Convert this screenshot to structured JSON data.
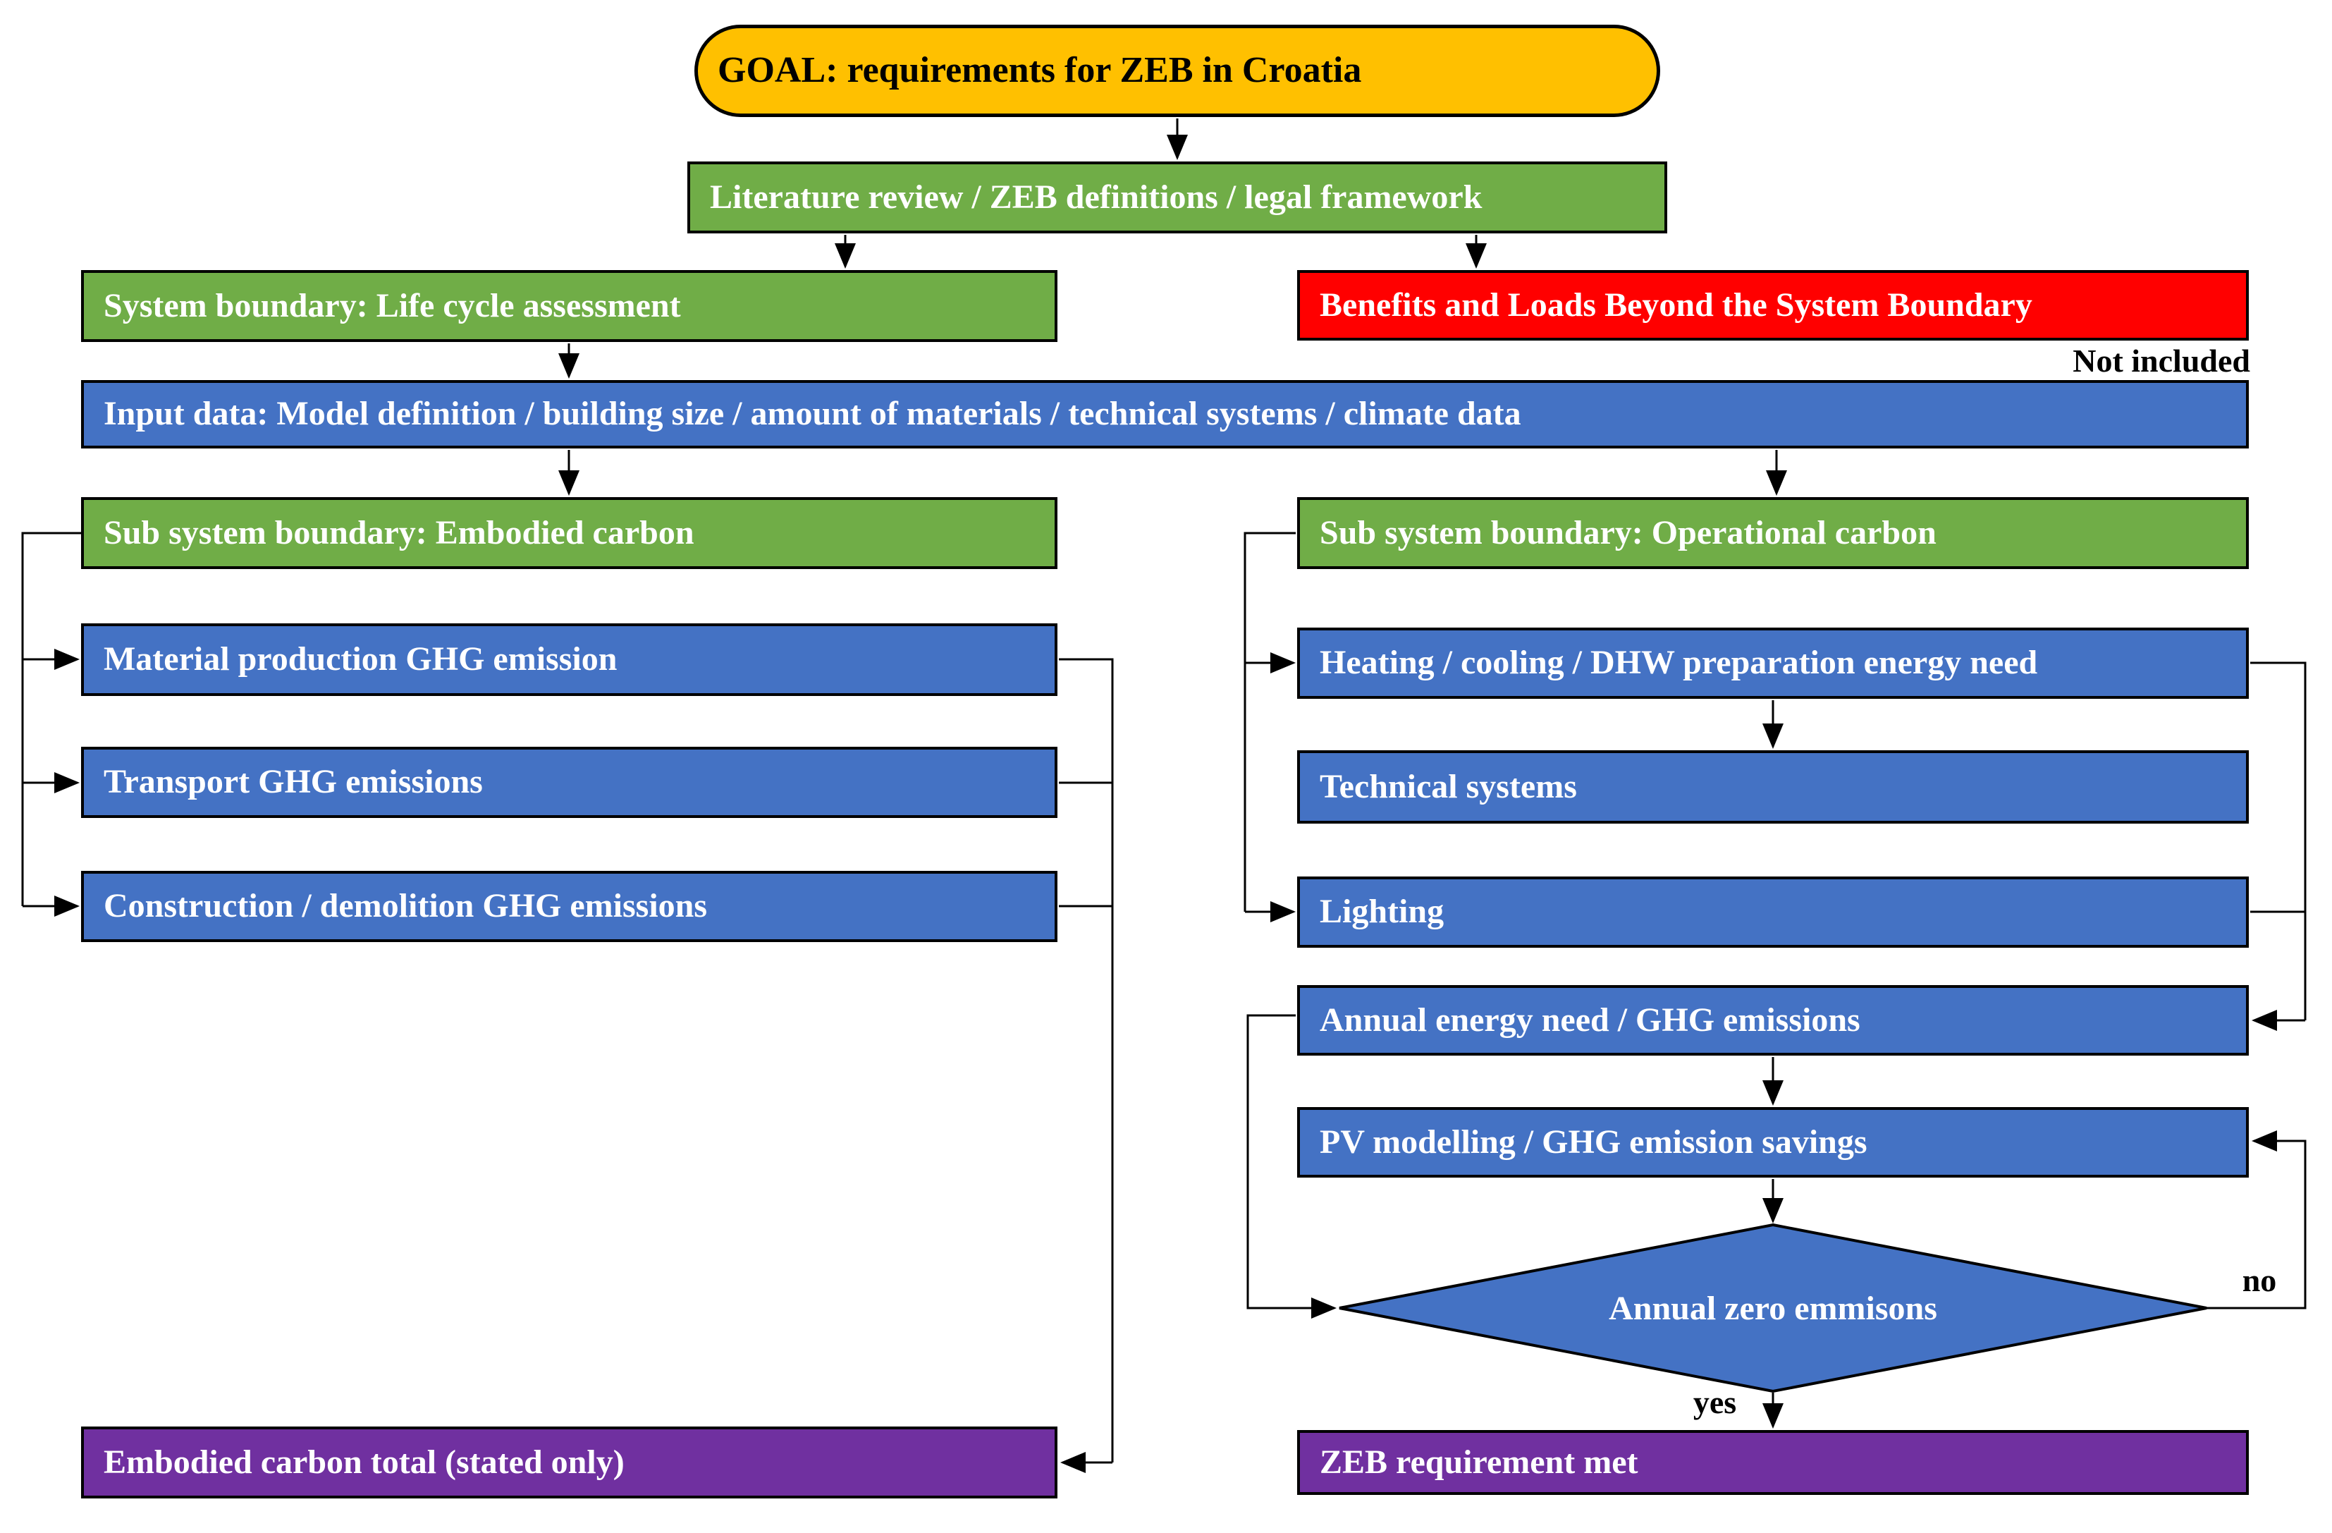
{
  "palette": {
    "goal_fill": "#FFC000",
    "stage_fill": "#70AD47",
    "process_fill": "#4472C4",
    "excluded_fill": "#FF0000",
    "result_fill": "#7030A0",
    "border": "#000000",
    "text_light": "#FFFFFF",
    "text_dark": "#000000",
    "background": "#FFFFFF"
  },
  "nodes": {
    "goal": {
      "label": "GOAL: requirements for ZEB in Croatia",
      "color": "#FFC000"
    },
    "literature": {
      "label": "Literature review / ZEB definitions / legal framework",
      "color": "#70AD47"
    },
    "system_boundary": {
      "label": "System boundary: Life cycle assessment",
      "color": "#70AD47"
    },
    "benefits_loads": {
      "label": "Benefits and Loads Beyond the System Boundary",
      "color": "#FF0000"
    },
    "input_data": {
      "label": "Input data: Model definition / building size / amount of materials / technical systems / climate data",
      "color": "#4472C4"
    },
    "embodied_boundary": {
      "label": "Sub system boundary: Embodied carbon",
      "color": "#70AD47"
    },
    "material_production": {
      "label": "Material production GHG emission",
      "color": "#4472C4"
    },
    "transport": {
      "label": "Transport GHG emissions",
      "color": "#4472C4"
    },
    "construction_demolition": {
      "label": "Construction / demolition GHG emissions",
      "color": "#4472C4"
    },
    "embodied_total": {
      "label": "Embodied carbon total (stated only)",
      "color": "#7030A0"
    },
    "operational_boundary": {
      "label": "Sub system boundary: Operational carbon",
      "color": "#70AD47"
    },
    "heating_cooling_dhw": {
      "label": "Heating / cooling / DHW preparation energy need",
      "color": "#4472C4"
    },
    "technical_systems": {
      "label": "Technical systems",
      "color": "#4472C4"
    },
    "lighting": {
      "label": "Lighting",
      "color": "#4472C4"
    },
    "annual_energy": {
      "label": "Annual energy need / GHG emissions",
      "color": "#4472C4"
    },
    "pv_modelling": {
      "label": "PV modelling / GHG emission savings",
      "color": "#4472C4"
    },
    "decision_zero_emissions": {
      "label": "Annual zero emmisons",
      "color": "#4472C4"
    },
    "zeb_met": {
      "label": "ZEB requirement met",
      "color": "#7030A0"
    }
  },
  "annotations": {
    "not_included": "Not included",
    "no": "no",
    "yes": "yes"
  }
}
